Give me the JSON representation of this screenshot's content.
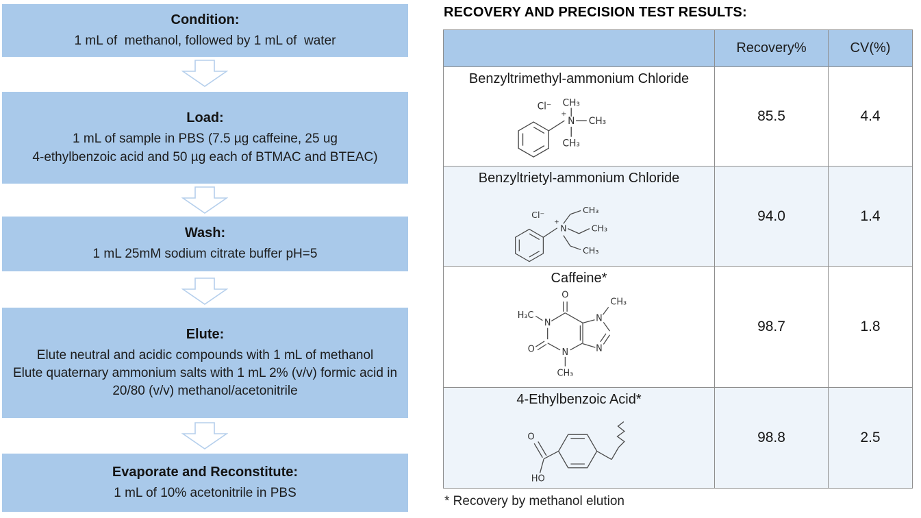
{
  "colors": {
    "box_blue": "#a9c9ea",
    "row_tint": "#eef4fa",
    "table_border": "#8e8e8e",
    "arrow_outline": "#b5cfec",
    "text": "#1c1c1c"
  },
  "flowchart": {
    "steps": [
      {
        "title": "Condition:",
        "lines": [
          "1 mL of  methanol, followed by 1 mL of  water"
        ]
      },
      {
        "title": "Load:",
        "lines": [
          "1 mL of sample in PBS (7.5 µg caffeine, 25 ug",
          "4-ethylbenzoic acid and 50 µg each of BTMAC and BTEAC)"
        ]
      },
      {
        "title": "Wash:",
        "lines": [
          "1 mL 25mM sodium citrate buffer pH=5"
        ]
      },
      {
        "title": "Elute:",
        "lines": [
          "Elute neutral and acidic compounds with 1 mL of methanol",
          "Elute quaternary ammonium salts with 1 mL 2% (v/v) formic acid in 20/80 (v/v) methanol/acetonitrile"
        ]
      },
      {
        "title": "Evaporate and Reconstitute:",
        "lines": [
          "1 mL of 10% acetonitrile in PBS"
        ]
      }
    ]
  },
  "results": {
    "title": "RECOVERY AND PRECISION TEST RESULTS:",
    "columns": {
      "compound": "",
      "recovery": "Recovery%",
      "cv": "CV(%)"
    },
    "rows": [
      {
        "name": "Benzyltrimethyl-ammonium Chloride",
        "recovery": "85.5",
        "cv": "4.4"
      },
      {
        "name": "Benzyltrietyl-ammonium Chloride",
        "recovery": "94.0",
        "cv": "1.4"
      },
      {
        "name": "Caffeine*",
        "recovery": "98.7",
        "cv": "1.8"
      },
      {
        "name": "4-Ethylbenzoic Acid*",
        "recovery": "98.8",
        "cv": "2.5"
      }
    ],
    "footnote": "* Recovery by methanol elution"
  },
  "structures": {
    "btmac": {
      "alt": "benzyltrimethyl-ammonium chloride skeletal structure",
      "cl": "Cl⁻",
      "plus": "+",
      "n": "N",
      "me_top": "CH₃",
      "me_right": "CH₃",
      "me_bottom": "CH₃"
    },
    "bteac": {
      "alt": "benzyltrietyl-ammonium chloride skeletal structure",
      "cl": "Cl⁻",
      "plus": "+",
      "n": "N",
      "me_top": "CH₃",
      "me_right": "CH₃",
      "me_bottom": "CH₃"
    },
    "caffeine": {
      "alt": "caffeine skeletal structure",
      "o_top": "O",
      "o_left": "O",
      "h3c": "H₃C",
      "n1": "N",
      "n3": "N",
      "n7": "N",
      "n9": "N",
      "me_top": "CH₃",
      "me_bottom": "CH₃"
    },
    "ethylbenzoic": {
      "alt": "4-ethylbenzoic acid skeletal structure",
      "o": "O",
      "ho": "HO"
    }
  }
}
